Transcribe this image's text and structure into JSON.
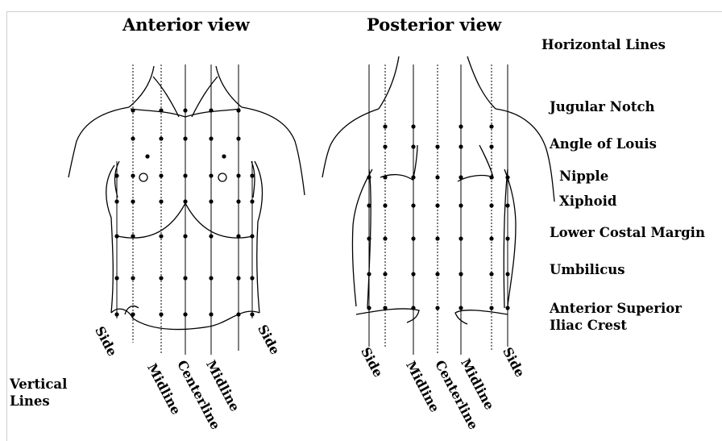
{
  "titles": {
    "anterior": "Anterior view",
    "posterior": "Posterior view"
  },
  "horizontal_lines": {
    "heading": "Horizontal Lines",
    "items": [
      "Jugular Notch",
      "Angle of Louis",
      "Nipple",
      "Xiphoid",
      "Lower Costal Margin",
      "Umbilicus",
      "Anterior Superior",
      "Iliac Crest"
    ]
  },
  "vertical_lines": {
    "heading_line1": "Vertical",
    "heading_line2": "Lines",
    "anterior_labels": [
      "Side",
      "Midline",
      "Centerline",
      "Midline",
      "Side"
    ],
    "posterior_labels": [
      "Side",
      "Midline",
      "Centerline",
      "Midline",
      "Side"
    ]
  }
}
